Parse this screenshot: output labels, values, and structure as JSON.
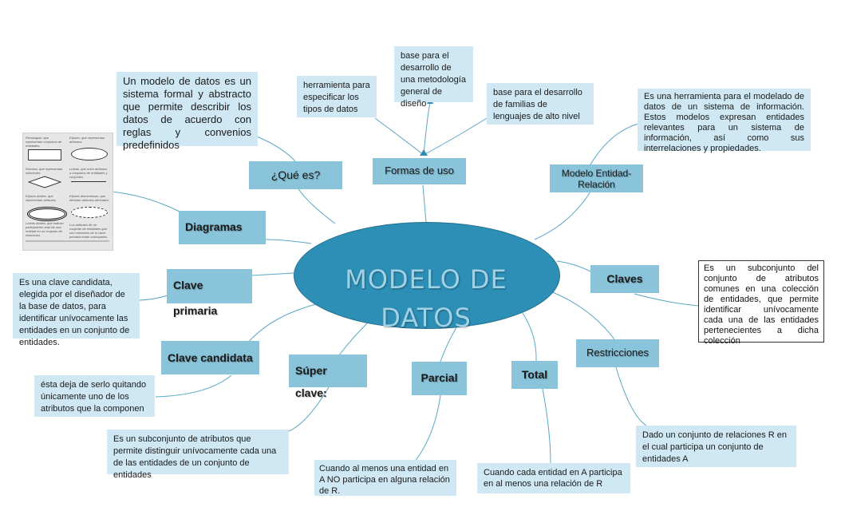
{
  "center": {
    "line1": "MODELO DE",
    "line2": "DATOS"
  },
  "nodes": {
    "que_es": "¿Qué es?",
    "formas_de_uso": "Formas de uso",
    "modelo_er": "Modelo Entidad-Relación",
    "diagramas": "Diagramas",
    "clave_primaria": "Clave primaria",
    "claves": "Claves",
    "clave_candidata": "Clave candidata",
    "super_clave": "Súper clave:",
    "parcial": "Parcial",
    "total": "Total",
    "restricciones": "Restricciones"
  },
  "descriptions": {
    "definition": "Un modelo de datos es un sistema formal y abstracto que permite describir los datos de acuerdo con reglas y convenios predefinidos",
    "herramienta": "herramienta para especificar los tipos de datos",
    "base_metodologia": "base para el desarrollo de una metodología general de diseño",
    "base_lenguajes": "base para el desarrollo de familias de lenguajes de alto nivel",
    "er_desc": "Es una herramienta para el modelado de datos de un sistema de información. Estos modelos expresan entidades relevantes para un sistema de información, así como sus interrelaciones y propiedades.",
    "clave_primaria_desc": "Es una clave candidata, elegida por el diseñador de la base de datos, para identificar unívocamente las entidades en un conjunto de entidades.",
    "claves_desc": "Es un subconjunto del conjunto de atributos comunes en una colección de entidades, que permite identificar unívocamente cada una de las entidades pertenecientes a dicha colección",
    "clave_candidata_desc": "ésta deja de serlo quitando únicamente uno de los atributos que la componen",
    "super_clave_desc": "Es un subconjunto de atributos que permite distinguir unívocamente cada una de las entidades de un conjunto de entidades",
    "parcial_desc": "Cuando al menos una entidad en A NO participa en alguna relación de R.",
    "total_desc": "Cuando cada entidad en A participa en al menos una relación de R",
    "restricciones_desc": "Dado un conjunto de relaciones R en el cual participa un conjunto de entidades A"
  },
  "thumbnail": {
    "c1": "Rectángulo, que representan conjuntos de entidades.",
    "c2": "Elipses, que representan atributos.",
    "c3": "Rombos, que representan relaciones.",
    "c4": "Líneas, que unen atributos a conjuntos de entidades y conjuntos",
    "c5": "Elipses dobles, que representan atributos",
    "c6": "Elipses discontinuas, que denotan atributos derivados",
    "c7": "Líneas dobles, que indican participación total de una entidad en un conjunto de relaciones",
    "c8": "Los atributos de un conjunto de entidades que son miembros de la clave primaria están subrayados."
  },
  "colors": {
    "node": "#8ac4da",
    "label_bg": "#cfe8f3",
    "center": "#2d8fb5",
    "line": "#5aa7c4"
  }
}
